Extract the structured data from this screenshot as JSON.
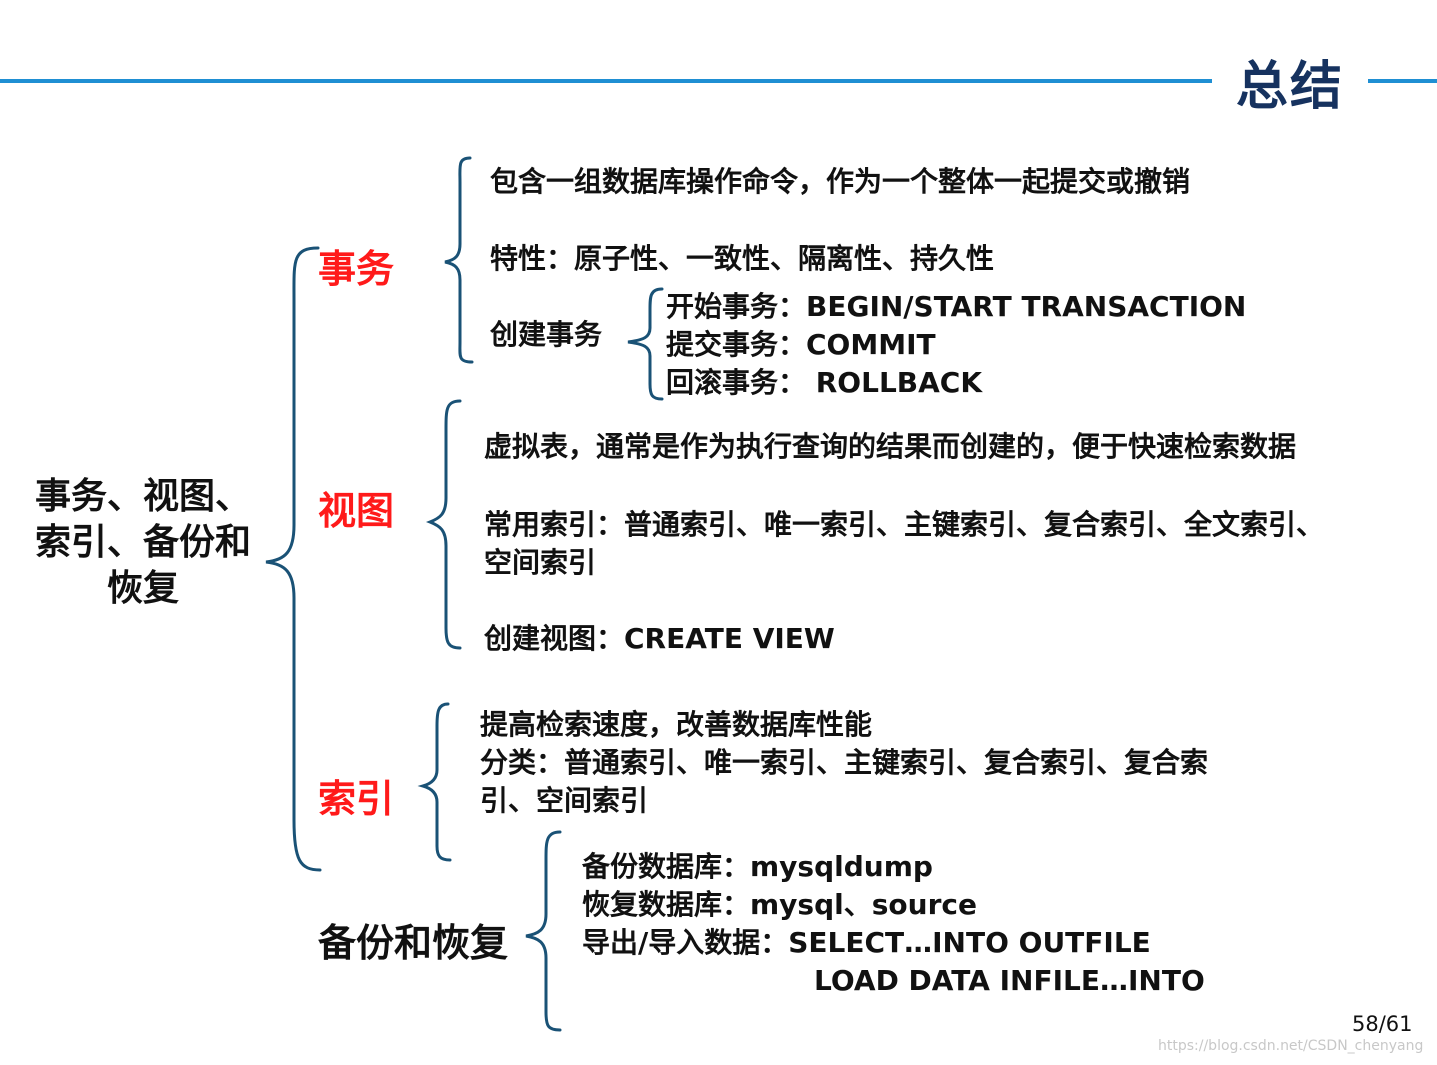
{
  "header": {
    "title": "总结"
  },
  "root": {
    "lines": [
      "事务、视图、",
      "索引、备份和",
      "恢复"
    ]
  },
  "transaction": {
    "label": "事务",
    "items": [
      "包含一组数据库操作命令，作为一个整体一起提交或撤销",
      "特性：原子性、一致性、隔离性、持久性"
    ],
    "create_label": "创建事务",
    "create_items": [
      "开始事务：BEGIN/START TRANSACTION",
      "提交事务：COMMIT",
      "回滚事务： ROLLBACK"
    ]
  },
  "view": {
    "label": "视图",
    "items": [
      "虚拟表，通常是作为执行查询的结果而创建的，便于快速检索数据",
      "常用索引：普通索引、唯一索引、主键索引、复合索引、全文索引、",
      "空间索引",
      "创建视图：CREATE VIEW"
    ]
  },
  "index": {
    "label": "索引",
    "items": [
      "提高检索速度，改善数据库性能",
      "分类：普通索引、唯一索引、主键索引、复合索引、复合索",
      "引、空间索引"
    ]
  },
  "backup": {
    "label": "备份和恢复",
    "items": [
      "备份数据库：mysqldump",
      "恢复数据库：mysql、source",
      "导出/导入数据：SELECT…INTO OUTFILE",
      "LOAD DATA INFILE…INTO"
    ]
  },
  "footer": {
    "page": "58/61",
    "watermark": "https://blog.csdn.net/CSDN_chenyang"
  },
  "colors": {
    "accent_line": "#1f8fd3",
    "title": "#16325f",
    "bracket": "#1a5276",
    "category_red": "#ff1a1a"
  }
}
